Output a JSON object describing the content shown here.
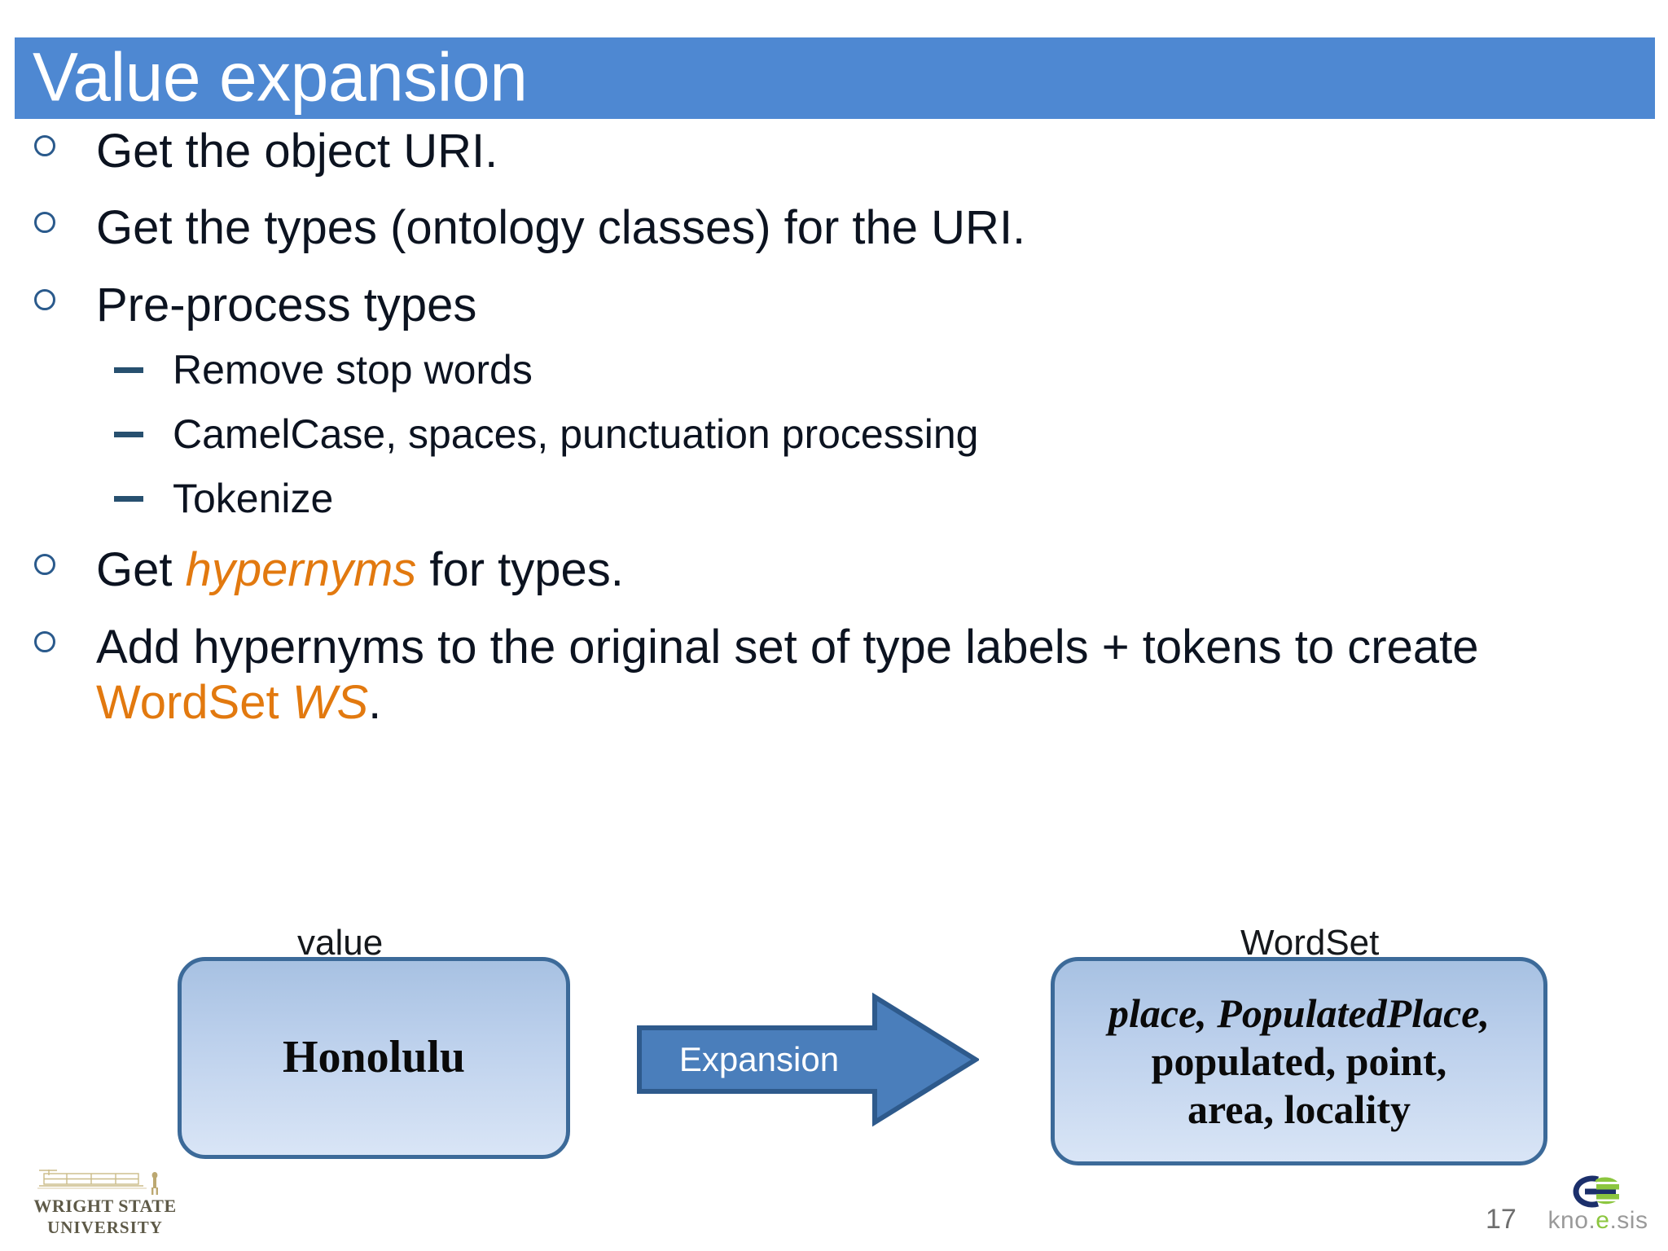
{
  "slide": {
    "title": "Value expansion",
    "page_number": "17",
    "accent_blue": "#4E88D2",
    "accent_orange": "#E2790F",
    "bullet_blue": "#2A5A8C",
    "text_color": "#0C1320"
  },
  "bullets": [
    {
      "level": 1,
      "text": "Get the object URI."
    },
    {
      "level": 1,
      "text": "Get the types (ontology classes) for the URI."
    },
    {
      "level": 1,
      "text": "Pre-process types"
    },
    {
      "level": 2,
      "text": "Remove stop words"
    },
    {
      "level": 2,
      "text": "CamelCase, spaces, punctuation processing"
    },
    {
      "level": 2,
      "text": "Tokenize"
    },
    {
      "level": 1,
      "rich": true,
      "parts": [
        {
          "text": "Get ",
          "style": "plain"
        },
        {
          "text": "hypernyms",
          "style": "orange-italic"
        },
        {
          "text": " for types.",
          "style": "plain"
        }
      ]
    },
    {
      "level": 1,
      "rich": true,
      "parts": [
        {
          "text": "Add hypernyms to the original set of type labels + tokens to create ",
          "style": "plain"
        },
        {
          "text": "WordSet ",
          "style": "orange"
        },
        {
          "text": "WS",
          "style": "orange-italic"
        },
        {
          "text": ".",
          "style": "plain"
        }
      ]
    }
  ],
  "diagram": {
    "value_caption": "value",
    "value_text": "Honolulu",
    "arrow_label": "Expansion",
    "wordset_caption": "WordSet",
    "wordset_lines": [
      {
        "text": "place, PopulatedPlace,",
        "style": "italic"
      },
      {
        "text": "populated, point,",
        "style": "regular"
      },
      {
        "text": "area, locality",
        "style": "regular"
      }
    ],
    "node_border_color": "#3C6A99",
    "arrow_fill": "#4A7EBB",
    "arrow_border": "#2E5A8C"
  },
  "footer": {
    "university_line1": "WRIGHT STATE",
    "university_line2": "UNIVERSITY",
    "knoesis_word_pre": "kno.",
    "knoesis_word_e": "e",
    "knoesis_word_post": ".sis"
  }
}
